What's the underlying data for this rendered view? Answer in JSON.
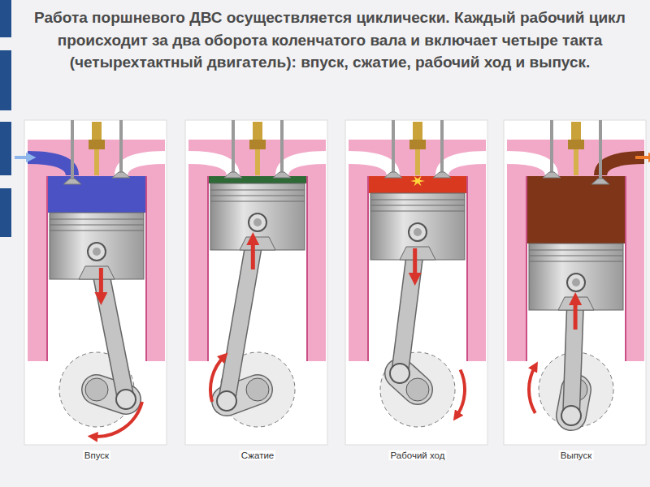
{
  "diagram": {
    "title": "Работа поршневого ДВС осуществляется циклически. Каждый рабочий цикл происходит за два оборота коленчатого вала и включает четыре такта (четырехтактный двигатель): впуск, сжатие, рабочий ход и выпуск.",
    "labels": [
      "Впуск",
      "Сжатие",
      "Рабочий ход",
      "Выпуск"
    ]
  }
}
